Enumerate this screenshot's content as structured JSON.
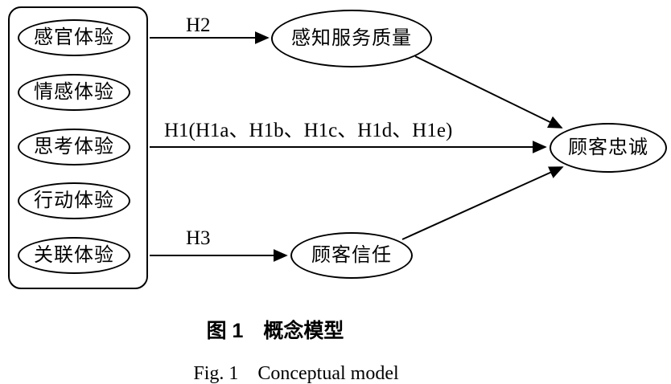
{
  "diagram": {
    "experiences": [
      {
        "label": "感官体验"
      },
      {
        "label": "情感体验"
      },
      {
        "label": "思考体验"
      },
      {
        "label": "行动体验"
      },
      {
        "label": "关联体验"
      }
    ],
    "perceived_service_quality": {
      "label": "感知服务质量"
    },
    "customer_trust": {
      "label": "顾客信任"
    },
    "customer_loyalty": {
      "label": "顾客忠诚"
    },
    "hypotheses": {
      "h2": "H2",
      "h1": "H1(H1a、H1b、H1c、H1d、H1e)",
      "h3": "H3"
    }
  },
  "caption": {
    "zh": "图 1　概念模型",
    "en": "Fig. 1　Conceptual model"
  },
  "colors": {
    "stroke": "#000000",
    "background": "#ffffff"
  }
}
